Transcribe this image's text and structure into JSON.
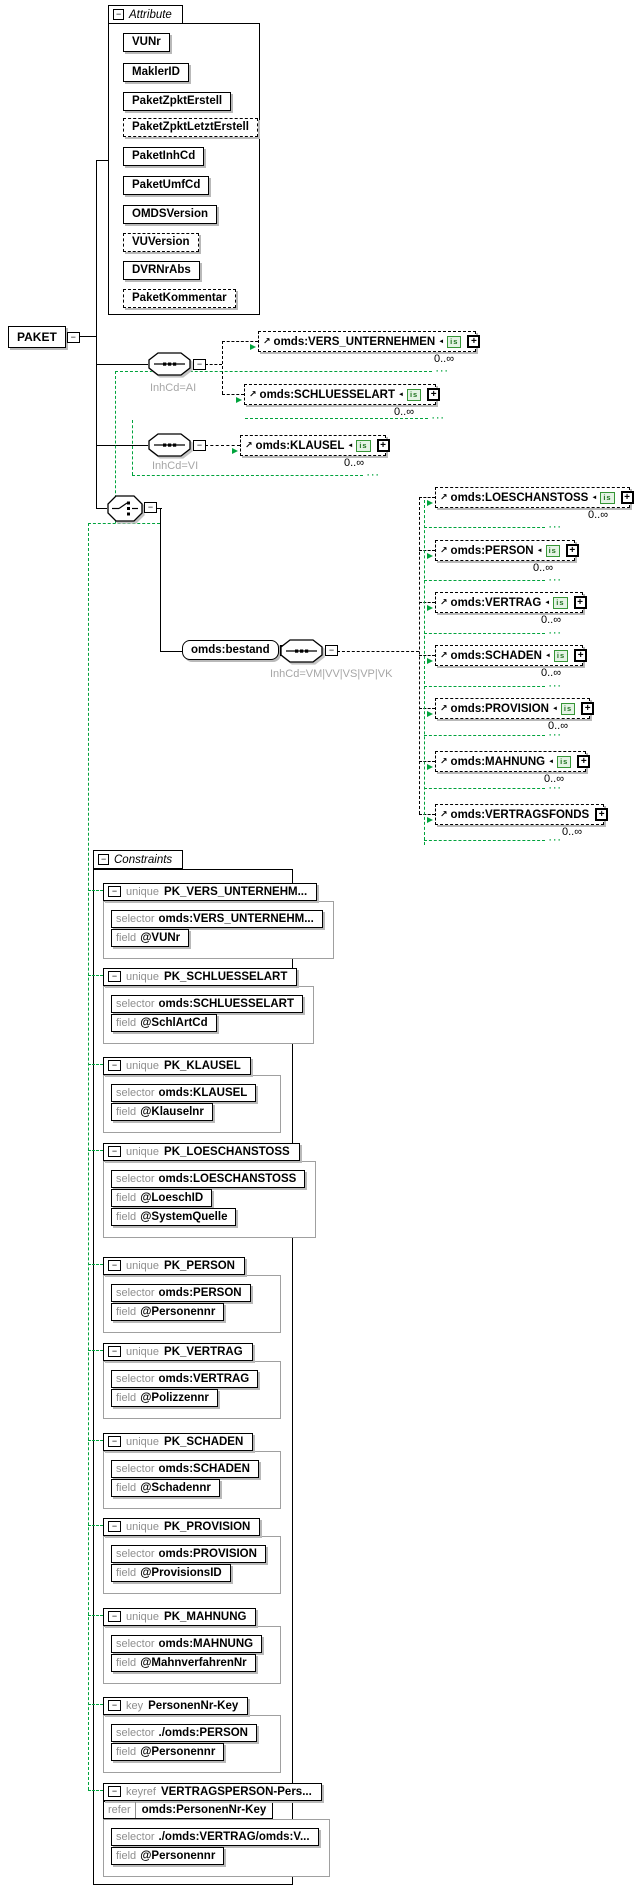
{
  "root": {
    "label": "PAKET"
  },
  "attributes_group": {
    "title": "Attribute",
    "items": [
      {
        "label": "VUNr",
        "optional": false
      },
      {
        "label": "MaklerID",
        "optional": false
      },
      {
        "label": "PaketZpktErstell",
        "optional": false
      },
      {
        "label": "PaketZpktLetztErstell",
        "optional": true
      },
      {
        "label": "PaketInhCd",
        "optional": false
      },
      {
        "label": "PaketUmfCd",
        "optional": false
      },
      {
        "label": "OMDSVersion",
        "optional": false
      },
      {
        "label": "VUVersion",
        "optional": true
      },
      {
        "label": "DVRNrAbs",
        "optional": false
      },
      {
        "label": "PaketKommentar",
        "optional": true
      }
    ]
  },
  "tree": {
    "sequence_ai": {
      "condition": "InhCd=AI",
      "children": [
        {
          "label": "omds:VERS_UNTERNEHMEN",
          "occurrence": "0..∞",
          "is_badge": true
        },
        {
          "label": "omds:SCHLUESSELART",
          "occurrence": "0..∞",
          "is_badge": true
        }
      ]
    },
    "sequence_vi": {
      "condition": "InhCd=VI",
      "children": [
        {
          "label": "omds:KLAUSEL",
          "occurrence": "0..∞",
          "is_badge": true
        }
      ]
    },
    "bestand": {
      "label": "omds:bestand",
      "sequence_condition": "InhCd=VM|VV|VS|VP|VK",
      "children": [
        {
          "label": "omds:LOESCHANSTOSS",
          "occurrence": "0..∞",
          "is_badge": true
        },
        {
          "label": "omds:PERSON",
          "occurrence": "0..∞",
          "is_badge": true
        },
        {
          "label": "omds:VERTRAG",
          "occurrence": "0..∞",
          "is_badge": true
        },
        {
          "label": "omds:SCHADEN",
          "occurrence": "0..∞",
          "is_badge": true
        },
        {
          "label": "omds:PROVISION",
          "occurrence": "0..∞",
          "is_badge": true
        },
        {
          "label": "omds:MAHNUNG",
          "occurrence": "0..∞",
          "is_badge": true
        },
        {
          "label": "omds:VERTRAGSFONDS",
          "occurrence": "0..∞",
          "is_badge": false
        }
      ]
    }
  },
  "constraints_group": {
    "title": "Constraints",
    "labels": {
      "selector": "selector",
      "field": "field",
      "refer": "refer"
    },
    "items": [
      {
        "kind": "unique",
        "name": "PK_VERS_UNTERNEHM...",
        "selector": "omds:VERS_UNTERNEHM...",
        "fields": [
          "@VUNr"
        ]
      },
      {
        "kind": "unique",
        "name": "PK_SCHLUESSELART",
        "selector": "omds:SCHLUESSELART",
        "fields": [
          "@SchlArtCd"
        ]
      },
      {
        "kind": "unique",
        "name": "PK_KLAUSEL",
        "selector": "omds:KLAUSEL",
        "fields": [
          "@Klauselnr"
        ]
      },
      {
        "kind": "unique",
        "name": "PK_LOESCHANSTOSS",
        "selector": "omds:LOESCHANSTOSS",
        "fields": [
          "@LoeschID",
          "@SystemQuelle"
        ]
      },
      {
        "kind": "unique",
        "name": "PK_PERSON",
        "selector": "omds:PERSON",
        "fields": [
          "@Personennr"
        ]
      },
      {
        "kind": "unique",
        "name": "PK_VERTRAG",
        "selector": "omds:VERTRAG",
        "fields": [
          "@Polizzennr"
        ]
      },
      {
        "kind": "unique",
        "name": "PK_SCHADEN",
        "selector": "omds:SCHADEN",
        "fields": [
          "@Schadennr"
        ]
      },
      {
        "kind": "unique",
        "name": "PK_PROVISION",
        "selector": "omds:PROVISION",
        "fields": [
          "@ProvisionsID"
        ]
      },
      {
        "kind": "unique",
        "name": "PK_MAHNUNG",
        "selector": "omds:MAHNUNG",
        "fields": [
          "@MahnverfahrenNr"
        ]
      },
      {
        "kind": "key",
        "name": "PersonenNr-Key",
        "selector": "./omds:PERSON",
        "fields": [
          "@Personennr"
        ]
      },
      {
        "kind": "keyref",
        "name": "VERTRAGSPERSON-Pers...",
        "refer": "omds:PersonenNr-Key",
        "selector": "./omds:VERTRAG/omds:V...",
        "fields": [
          "@Personennr"
        ]
      }
    ]
  },
  "badges": {
    "is_badge": "is",
    "plus": "+",
    "minus": "−",
    "ref_arrow": "↗"
  },
  "colors": {
    "line_green": "#00a33c",
    "shadow": "#b9b9b9",
    "muted_gray": "#a6a6a6"
  }
}
